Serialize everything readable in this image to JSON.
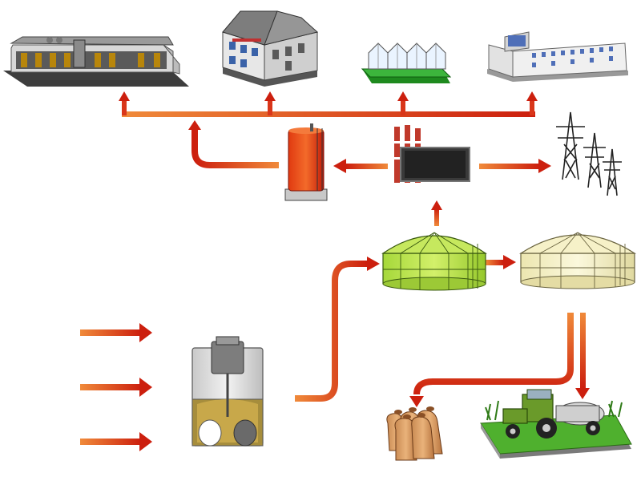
{
  "diagram": {
    "type": "biogas-plant-process-flow",
    "arrow_colors": {
      "light": "#f08a3a",
      "dark": "#cc1f0e"
    },
    "nodes": [
      {
        "id": "factory",
        "icon": "factory-building-icon"
      },
      {
        "id": "residential",
        "icon": "residential-building-icon"
      },
      {
        "id": "greenhouse",
        "icon": "greenhouse-icon"
      },
      {
        "id": "office",
        "icon": "office-building-icon"
      },
      {
        "id": "heat-storage",
        "icon": "heat-storage-tank-icon"
      },
      {
        "id": "chp",
        "icon": "chp-plant-icon"
      },
      {
        "id": "power-grid",
        "icon": "power-pylon-icon"
      },
      {
        "id": "digester",
        "icon": "digester-dome-icon"
      },
      {
        "id": "post-digester",
        "icon": "storage-dome-icon"
      },
      {
        "id": "mixing-tank",
        "icon": "mixing-tank-icon"
      },
      {
        "id": "fertilizer",
        "icon": "fertilizer-sacks-icon"
      },
      {
        "id": "field",
        "icon": "tractor-field-icon"
      }
    ],
    "flows": [
      {
        "from": "feedstock",
        "to": "mixing-tank"
      },
      {
        "from": "mixing-tank",
        "to": "digester"
      },
      {
        "from": "digester",
        "to": "post-digester"
      },
      {
        "from": "digester",
        "to": "chp"
      },
      {
        "from": "chp",
        "to": "heat-storage"
      },
      {
        "from": "chp",
        "to": "power-grid"
      },
      {
        "from": "heat-storage",
        "to": "factory"
      },
      {
        "from": "heat-storage",
        "to": "residential"
      },
      {
        "from": "heat-storage",
        "to": "greenhouse"
      },
      {
        "from": "heat-storage",
        "to": "office"
      },
      {
        "from": "post-digester",
        "to": "fertilizer"
      },
      {
        "from": "post-digester",
        "to": "field"
      }
    ]
  }
}
